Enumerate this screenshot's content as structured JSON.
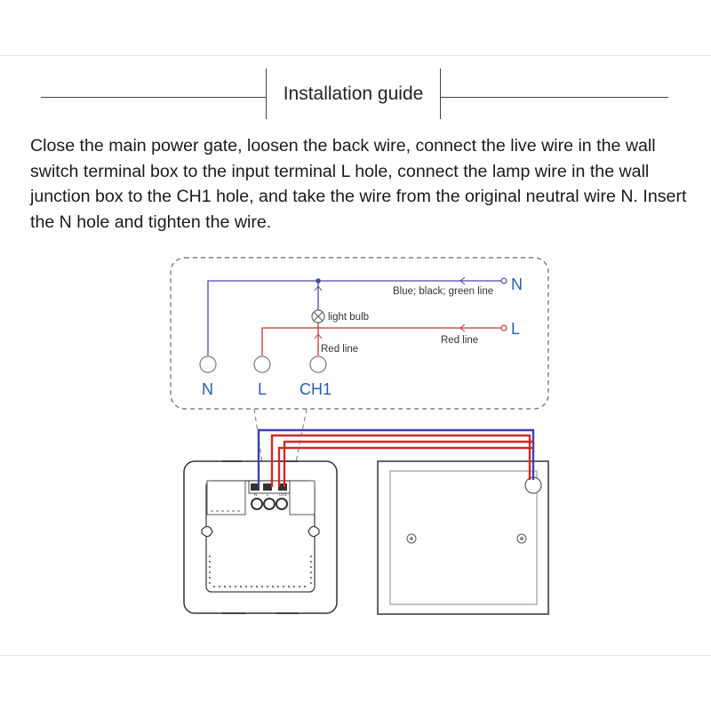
{
  "header": {
    "title": "Installation guide"
  },
  "description": "Close the main power gate, loosen the back wire, connect the live wire in the wall switch terminal box to the input terminal L hole, connect the lamp wire in the wall junction box to the CH1 hole, and take the wire from the original neutral wire N. Insert the N hole and tighten the wire.",
  "diagram": {
    "terminals": [
      "N",
      "L",
      "CH1"
    ],
    "supply": {
      "neutral": "N",
      "live": "L"
    },
    "labels": {
      "neutral_line": "Blue; black; green line",
      "live_line": "Red line",
      "lamp_line": "Red line",
      "bulb": "light bulb"
    },
    "switch_terminal_marks": [
      "N",
      "L",
      "CH1"
    ],
    "colors": {
      "neutral_wire": "#4a4aa0",
      "live_wire": "#c0392b",
      "label_blue": "#2a5db0"
    }
  }
}
